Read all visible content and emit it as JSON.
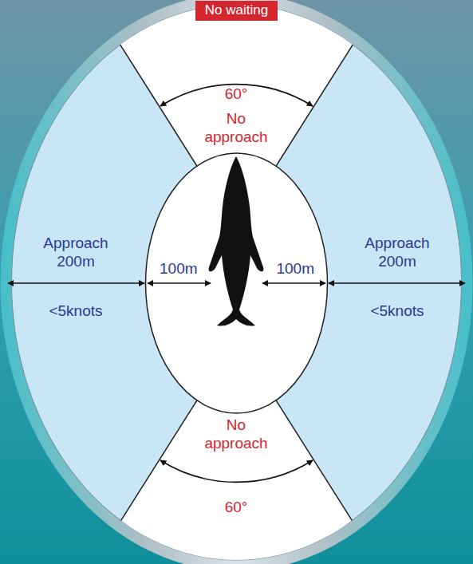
{
  "diagram": {
    "nodes": [
      {
        "text": [
          "No waiting"
        ]
      },
      {
        "text": [
          "60°",
          "No approach"
        ]
      },
      {
        "text": [
          "Approach 200m",
          "<5knots"
        ]
      },
      {
        "text": [
          "100m",
          "100m"
        ]
      },
      {
        "text": [
          "Approach 200m",
          "<5knots"
        ]
      },
      {
        "text": [
          "No approach",
          "60°"
        ]
      }
    ]
  }
}
